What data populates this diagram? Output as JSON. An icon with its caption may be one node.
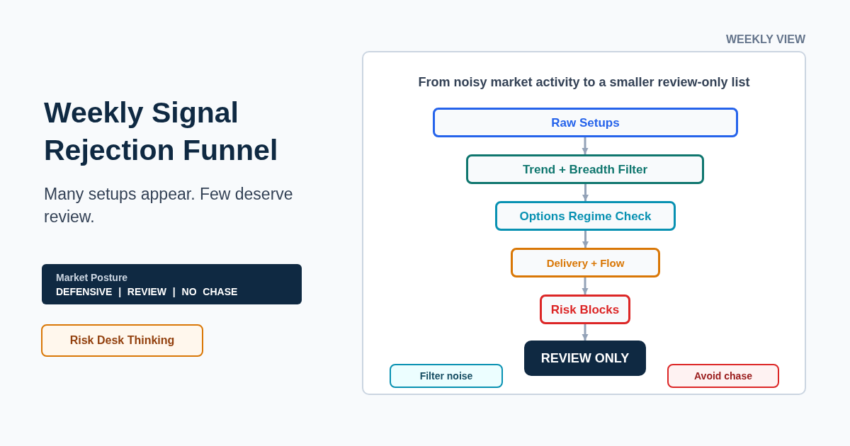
{
  "diagram": {
    "title": "Weekly Signal Rejection Funnel",
    "nodes": [
      {
        "text": [
          "Market Posture",
          "DEFENSIVE | REVIEW | NO CHASE"
        ]
      },
      {
        "text": [
          "Risk Desk Thinking"
        ]
      },
      {
        "text": [
          "From noisy market activity to a smaller review-only list"
        ]
      },
      {
        "text": [
          "Raw Setups"
        ],
        "in": 2
      },
      {
        "text": [
          "Trend + Breadth Filter"
        ],
        "in": 2
      },
      {
        "text": [
          "Options Regime Check"
        ],
        "in": 2
      },
      {
        "text": [
          "Delivery + Flow"
        ],
        "in": 2
      },
      {
        "text": [
          "Risk Blocks"
        ],
        "in": 2
      },
      {
        "text": [
          "REVIEW ONLY"
        ],
        "in": 2
      },
      {
        "text": [
          "Filter noise"
        ],
        "in": 2
      },
      {
        "text": [
          "Avoid chase"
        ],
        "in": 2
      }
    ],
    "edges": [
      {
        "from": 3,
        "to": 4,
        "arrow": "to"
      },
      {
        "from": 4,
        "to": 5,
        "arrow": "to"
      },
      {
        "from": 5,
        "to": 6,
        "arrow": "to"
      },
      {
        "from": 6,
        "to": 7,
        "arrow": "to"
      },
      {
        "from": 7,
        "to": 8,
        "arrow": "to"
      }
    ],
    "labels": [
      "Many setups appear. Few deserve review.",
      "WEEKLY VIEW"
    ]
  }
}
